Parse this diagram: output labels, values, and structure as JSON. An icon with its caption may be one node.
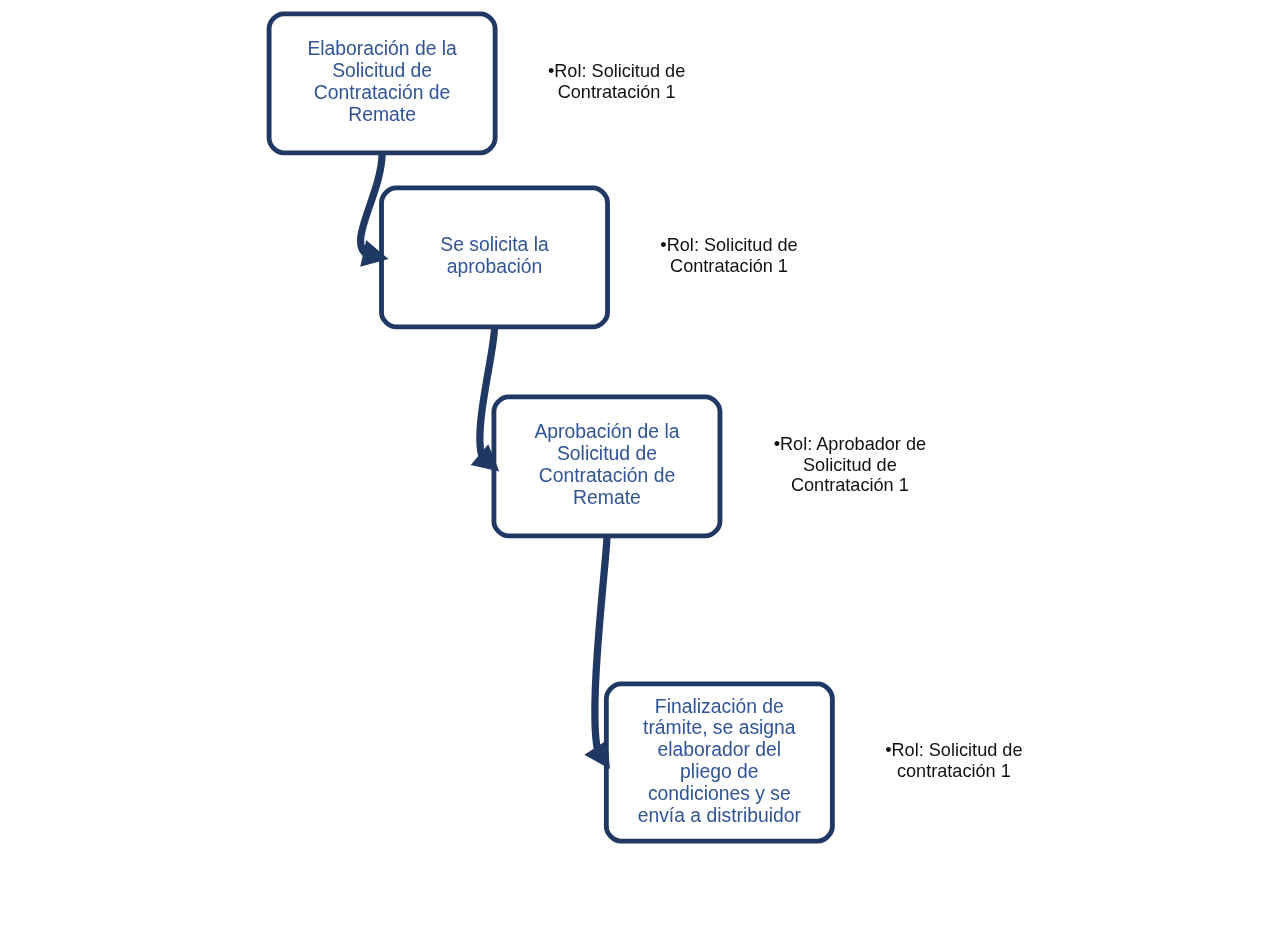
{
  "diagram": {
    "nodes": [
      {
        "text": [
          "Elaboración de la Solicitud de Contratación de Remate"
        ],
        "beside": [
          "•Rol: Solicitud de Contratación 1"
        ]
      },
      {
        "text": [
          "Se solicita la aprobación"
        ],
        "beside": [
          "•Rol: Solicitud de Contratación 1"
        ]
      },
      {
        "text": [
          "Aprobación de la Solicitud de Contratación de Remate"
        ],
        "beside": [
          "•Rol: Aprobador de Solicitud de Contratación 1"
        ]
      },
      {
        "text": [
          "Finalización de trámite, se asigna elaborador del pliego de condiciones y se envía a distribuidor"
        ],
        "beside": [
          "•Rol: Solicitud de contratación 1"
        ]
      }
    ],
    "edges": [
      {
        "from": 0,
        "to": 1,
        "arrow": "to"
      },
      {
        "from": 1,
        "to": 2,
        "arrow": "to"
      },
      {
        "from": 2,
        "to": 3,
        "arrow": "to"
      }
    ]
  }
}
